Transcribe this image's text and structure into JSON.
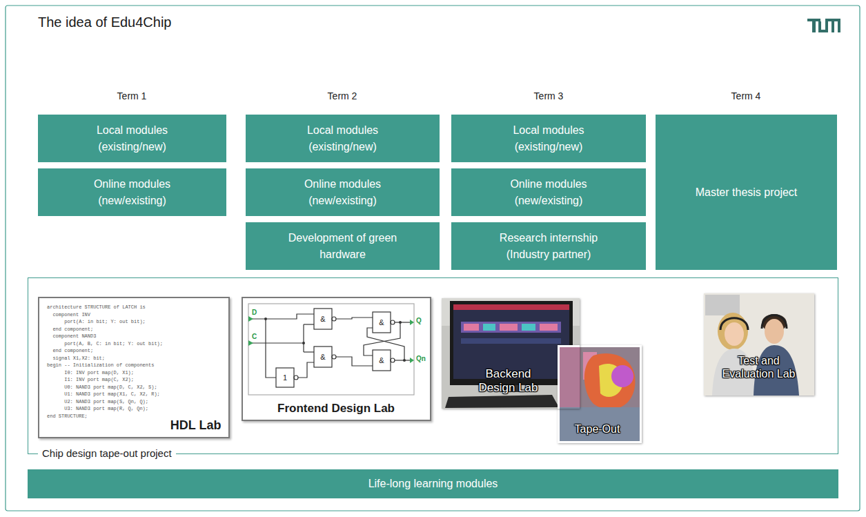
{
  "diagram": {
    "title": "The idea of Edu4Chip",
    "nodes": [
      {
        "text": [
          "Local modules (existing/new)"
        ]
      },
      {
        "text": [
          "Online modules (new/existing)"
        ]
      },
      {
        "text": [
          "Local modules (existing/new)"
        ]
      },
      {
        "text": [
          "Online modules (new/existing)"
        ]
      },
      {
        "text": [
          "Development of green hardware"
        ]
      },
      {
        "text": [
          "Local modules (existing/new)"
        ]
      },
      {
        "text": [
          "Online modules (new/existing)"
        ]
      },
      {
        "text": [
          "Research internship (Industry partner)"
        ]
      },
      {
        "text": [
          "Master thesis project"
        ]
      },
      {
        "text": [
          "Chip design tape-out project"
        ]
      },
      {
        "text": [
          "HDL Lab"
        ],
        "in": 9
      },
      {
        "text": [
          "Frontend Design Lab"
        ],
        "in": 9
      },
      {
        "text": [
          "Backend Design Lab"
        ],
        "in": 9
      },
      {
        "text": [
          "Tape-Out"
        ],
        "in": 9
      },
      {
        "text": [
          "Test and Evaluation Lab"
        ],
        "in": 9
      },
      {
        "text": [
          "Life-long learning modules"
        ]
      }
    ],
    "labels": [
      "Term 1",
      "Term 2",
      "Term 3",
      "Term 4",
      "architecture STRUCTURE of LATCH is",
      "component INV",
      "port(A: in bit; Y: out bit);",
      "end component;",
      "component NAND3",
      "port(A, B, C: in bit; Y: out bit);",
      "end component;",
      "signal X1,X2: bit;",
      "begin -- Initialization of components",
      "I0: INV port map(D, X1);",
      "I1: INV port map(C, X2);",
      "U0: NAND3 port map(D, C, X2, S);",
      "U1: NAND3 port map(X1, C, X2, R);",
      "U2: NAND3 port map(S, Qn, Q);",
      "U3: NAND3 port map(R, Q, Qn);",
      "end STRUCTURE;",
      "D",
      "C",
      "&",
      "&",
      "1",
      "&",
      "&",
      "Q",
      "Qn"
    ]
  }
}
